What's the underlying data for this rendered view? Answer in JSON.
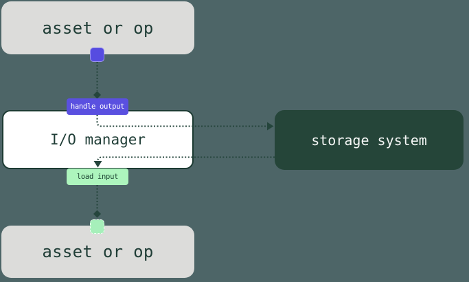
{
  "nodes": {
    "asset_top": {
      "label": "asset or op"
    },
    "io_manager": {
      "label": "I/O manager"
    },
    "storage_system": {
      "label": "storage system"
    },
    "asset_bottom": {
      "label": "asset or op"
    }
  },
  "badges": {
    "handle_output": {
      "label": "handle output"
    },
    "load_input": {
      "label": "load input"
    }
  },
  "icons": {
    "diamond_connector_top": "diamond-connector",
    "diamond_connector_bottom": "diamond-connector",
    "arrow_into_storage": "arrowhead-right",
    "arrow_into_load_input": "arrowhead-down"
  },
  "colors": {
    "background": "#4d6567",
    "node_gray": "#dcdcda",
    "node_white": "#ffffff",
    "node_dark_green": "#254539",
    "accent_purple": "#5a50e0",
    "accent_purple_square": "#564ce0",
    "accent_green_badge": "#adf5bd",
    "accent_green_square": "#a6efba",
    "line_dark": "#25453c",
    "text_dark": "#1f3d36",
    "text_light": "#f4f6f5"
  }
}
